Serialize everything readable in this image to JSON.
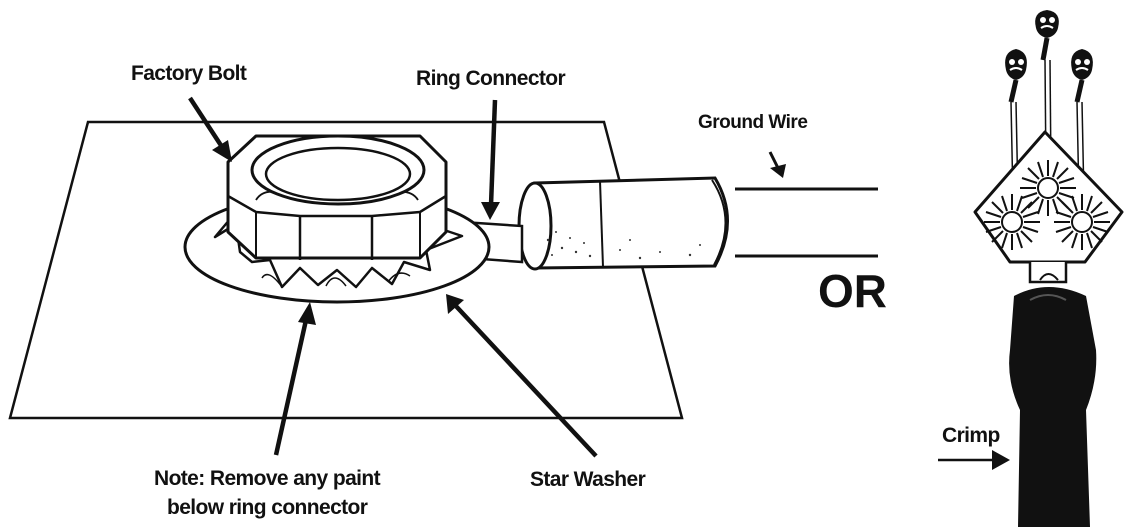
{
  "labels": {
    "factory_bolt": "Factory Bolt",
    "ring_connector": "Ring Connector",
    "ground_wire": "Ground Wire",
    "note_line1": "Note: Remove any paint",
    "note_line2": "below ring connector",
    "star_washer": "Star Washer",
    "or": "OR",
    "crimp": "Crimp"
  }
}
